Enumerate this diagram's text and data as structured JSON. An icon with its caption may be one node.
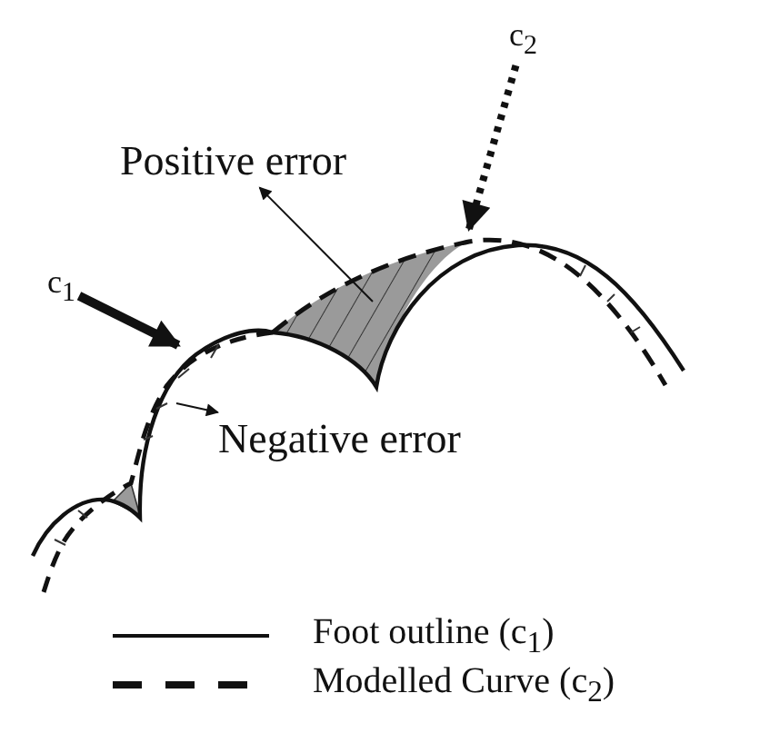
{
  "diagram": {
    "nodes": [
      {
        "text": [
          "c$_{1}$"
        ]
      },
      {
        "text": [
          "c$_{2}$"
        ]
      },
      {
        "text": [
          "Positive error"
        ]
      },
      {
        "text": [
          "Negative error"
        ]
      }
    ],
    "edges": [
      {
        "from": 0,
        "to": null,
        "arrow": "to",
        "style": "thick"
      },
      {
        "from": 1,
        "to": null,
        "arrow": "to",
        "style": "dashed"
      },
      {
        "from": null,
        "to": 2,
        "arrow": "to"
      },
      {
        "from": null,
        "to": 3,
        "arrow": "to"
      }
    ],
    "legend": [
      {
        "text": "Foot outline (c$_{1}$)"
      },
      {
        "text": "Modelled Curve (c$_{2}$)"
      }
    ]
  }
}
